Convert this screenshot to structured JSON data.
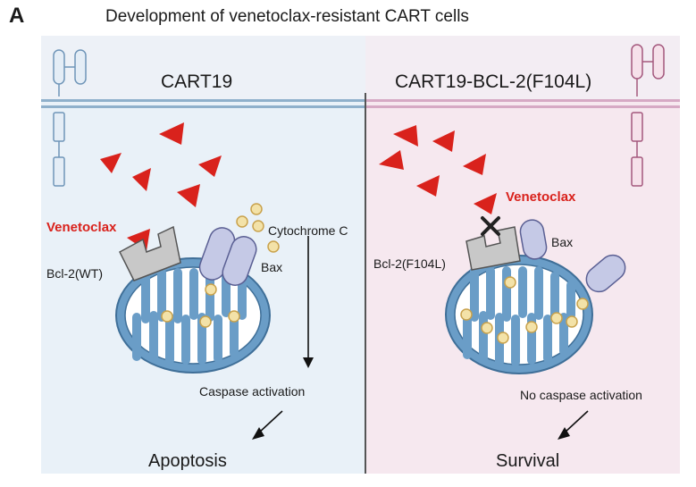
{
  "panel_letter": "A",
  "title": "Development of venetoclax-resistant CART cells",
  "left": {
    "cell": "CART19",
    "drug": "Venetoclax",
    "bcl2": "Bcl-2(WT)",
    "cytochrome": "Cytochrome C",
    "bax": "Bax",
    "caspase": "Caspase activation",
    "outcome": "Apoptosis"
  },
  "right": {
    "cell": "CART19-BCL-2(F104L)",
    "drug": "Venetoclax",
    "bcl2": "Bcl-2(F104L)",
    "bax": "Bax",
    "caspase": "No caspase activation",
    "outcome": "Survival"
  },
  "colors": {
    "left_bg": "#e9f1f8",
    "right_bg": "#f6e8ef",
    "drug_red": "#d9221c",
    "mito_blue": "#5f93bd",
    "bax_lavender": "#c5c9e6",
    "bcl2_gray": "#c8c8c8",
    "cytc_yellow": "#f3e2a8"
  }
}
